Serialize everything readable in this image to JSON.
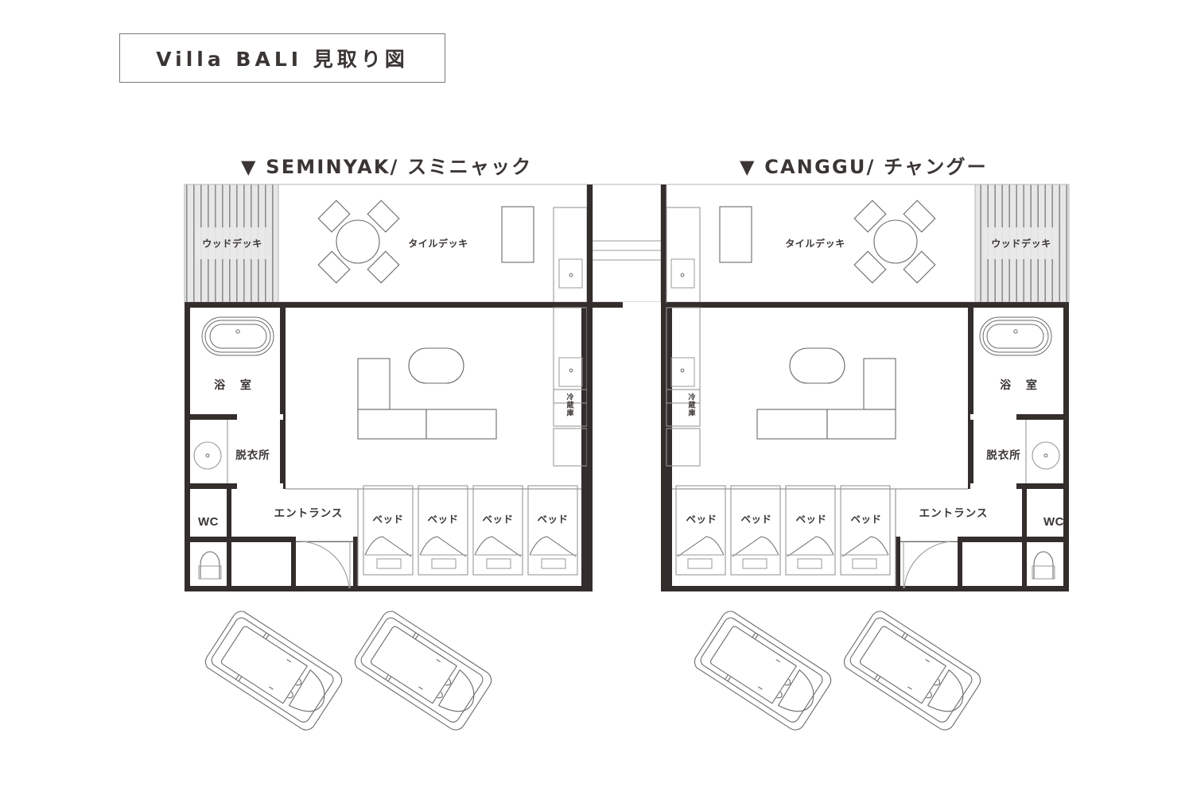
{
  "title": {
    "text": "Villa BALI  見取り図"
  },
  "units": [
    {
      "id": "seminyak",
      "heading": "▼ SEMINYAK/ スミニャック",
      "rooms": {
        "wood_deck": "ウッドデッキ",
        "tile_deck": "タイルデッキ",
        "bathroom": "浴 室",
        "changing_room": "脱衣所",
        "wc": "WC",
        "entrance": "エントランス",
        "refrigerator": "冷蔵庫"
      },
      "beds": [
        "ベッド",
        "ベッド",
        "ベッド",
        "ベッド"
      ]
    },
    {
      "id": "canggu",
      "heading": "▼ CANGGU/ チャングー",
      "rooms": {
        "wood_deck": "ウッドデッキ",
        "tile_deck": "タイルデッキ",
        "bathroom": "浴 室",
        "changing_room": "脱衣所",
        "wc": "WC",
        "entrance": "エントランス",
        "refrigerator": "冷蔵庫"
      },
      "beds": [
        "ベッド",
        "ベッド",
        "ベッド",
        "ベッド"
      ]
    }
  ],
  "colors": {
    "wall": "#332d2b",
    "thin_line": "#6e6a68",
    "furniture_line": "#6e6a68",
    "deck_fill": "#e6e6e6",
    "deck_stripe": "#8d8d8d",
    "text": "#3b3634",
    "background": "#ffffff"
  },
  "parking": {
    "count": 4,
    "icon": "car-top-view"
  }
}
